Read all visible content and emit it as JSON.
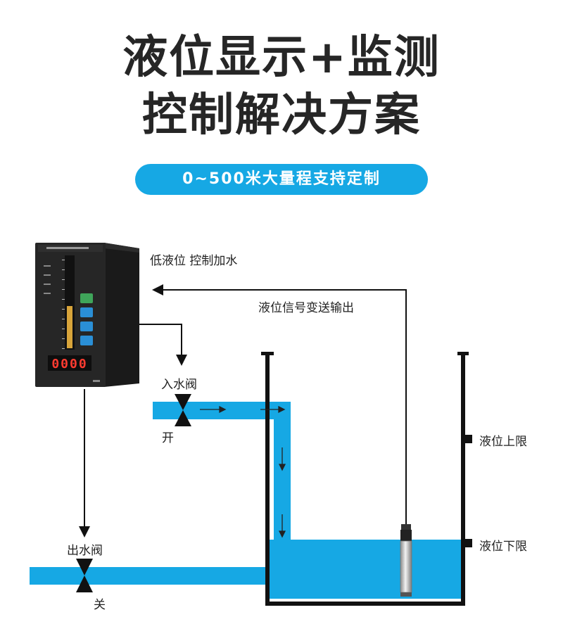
{
  "header": {
    "title_line1": "液位显示+监测",
    "title_line2": "控制解决方案",
    "badge": "0~500米大量程支持定制"
  },
  "labels": {
    "low_level_control": "低液位 控制加水",
    "signal_output": "液位信号变送输出",
    "inlet_valve": "入水阀",
    "inlet_state": "开",
    "outlet_valve": "出水阀",
    "outlet_state": "关",
    "upper_limit": "液位上限",
    "lower_limit": "液位下限"
  },
  "device": {
    "display_digits": "0000"
  },
  "colors": {
    "water": "#16a8e4",
    "tank": "#111111",
    "badge": "#16a8e4"
  },
  "icons": [
    "arrow-right-icon",
    "arrow-down-icon",
    "valve-icon",
    "level-sensor-probe",
    "level-controller-device"
  ]
}
